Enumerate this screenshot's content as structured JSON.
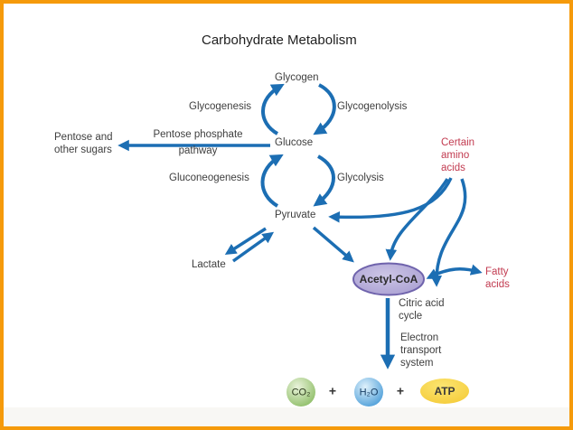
{
  "title": "Carbohydrate Metabolism",
  "nodes": {
    "glycogen": "Glycogen",
    "glucose": "Glucose",
    "pyruvate": "Pyruvate",
    "lactate": "Lactate",
    "pentose_sugars": "Pentose and\nother sugars",
    "acetyl_coa": "Acetyl-CoA",
    "certain_amino_acids": "Certain\namino\nacids",
    "fatty_acids": "Fatty\nacids",
    "co2": "CO₂",
    "h2o": "H₂O",
    "atp": "ATP"
  },
  "pathways": {
    "glycogenesis": "Glycogenesis",
    "glycogenolysis": "Glycogenolysis",
    "pentose_phosphate_pathway": "Pentose phosphate\npathway",
    "gluconeogenesis": "Gluconeogenesis",
    "glycolysis": "Glycolysis",
    "citric_acid_cycle": "Citric acid\ncycle",
    "electron_transport_system": "Electron\ntransport\nsystem"
  },
  "operators": {
    "plus_1": "+",
    "plus_2": "+"
  },
  "colors": {
    "border_orange": "#F59A0B",
    "arrow_blue": "#1C6EB3",
    "label_gray": "#3E3E3E",
    "highlight_red": "#C23B50",
    "acetyl_coa_fill": "#B3AAD6",
    "acetyl_coa_stroke": "#6F63AC",
    "co2_green": "#8FBE68",
    "h2o_blue": "#4E9FD9",
    "atp_yellow": "#F6CE3E"
  }
}
